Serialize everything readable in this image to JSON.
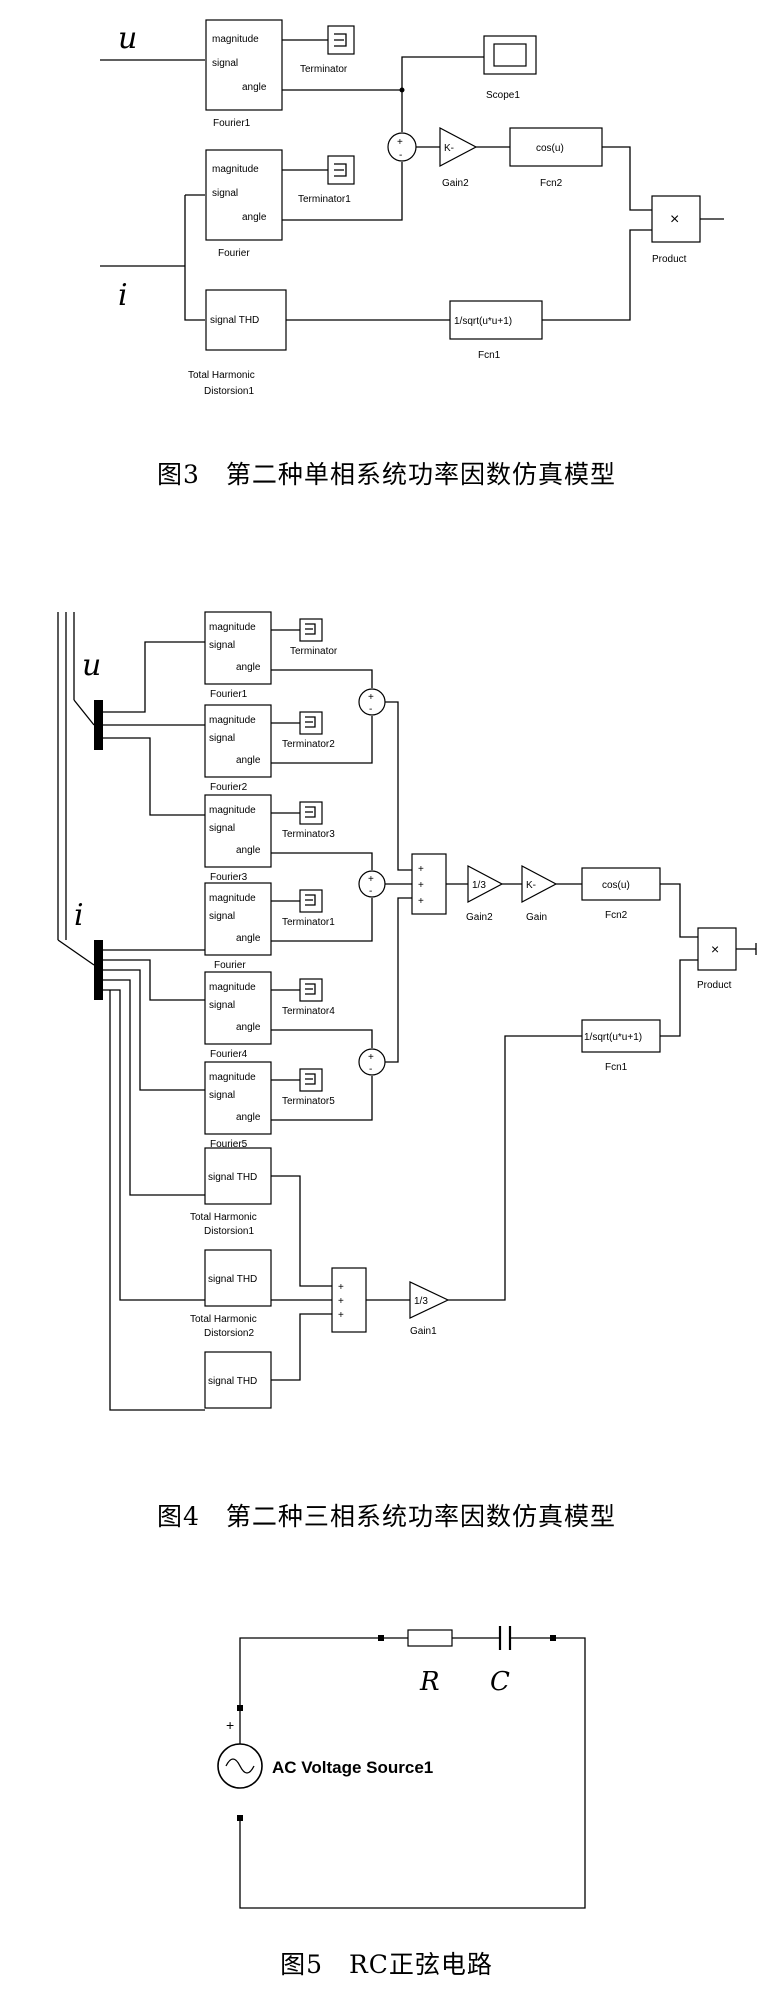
{
  "fig3": {
    "caption": "图3　第二种单相系统功率因数仿真模型",
    "input_u": "u",
    "input_i": "i",
    "port_magnitude": "magnitude",
    "port_signal": "signal",
    "port_angle": "angle",
    "fourier1_label": "Fourier1",
    "fourier_label": "Fourier",
    "terminator_label": "Terminator",
    "terminator1_label": "Terminator1",
    "scope_label": "Scope1",
    "sum_plus": "+",
    "sum_minus": "-",
    "gain_text": "K-",
    "gain_label": "Gain2",
    "fcn2_text": "cos(u)",
    "fcn2_label": "Fcn2",
    "product_symbol": "×",
    "product_label": "Product",
    "thd_port": "signal THD",
    "thd_label_1": "Total Harmonic",
    "thd_label_2": "Distorsion1",
    "fcn1_text": "1/sqrt(u*u+1)",
    "fcn1_label": "Fcn1"
  },
  "fig4": {
    "caption": "图4　第二种三相系统功率因数仿真模型",
    "input_u": "u",
    "input_i": "i",
    "port_magnitude": "magnitude",
    "port_signal": "signal",
    "port_angle": "angle",
    "fourier_labels": [
      "Fourier1",
      "Fourier2",
      "Fourier3",
      "Fourier",
      "Fourier4",
      "Fourier5"
    ],
    "terminator_labels": [
      "Terminator",
      "Terminator2",
      "Terminator3",
      "Terminator1",
      "Terminator4",
      "Terminator5"
    ],
    "sum_plus": "+",
    "sum_minus": "-",
    "gain_third_text": "1/3",
    "gain2_label": "Gain2",
    "gain_k_text": "K-",
    "gain_label": "Gain",
    "fcn2_text": "cos(u)",
    "fcn2_label": "Fcn2",
    "product_symbol": "×",
    "product_label": "Product",
    "fcn1_text": "1/sqrt(u*u+1)",
    "fcn1_label": "Fcn1",
    "thd_port": "signal THD",
    "thd_label_a1": "Total Harmonic",
    "thd_label_a2": "Distorsion1",
    "thd_label_b1": "Total Harmonic",
    "thd_label_b2": "Distorsion2",
    "gain1_text": "1/3",
    "gain1_label": "Gain1"
  },
  "fig5": {
    "caption": "图5　RC正弦电路",
    "r_label": "R",
    "c_label": "C",
    "plus_sign": "+",
    "source_label": "AC Voltage Source1"
  }
}
